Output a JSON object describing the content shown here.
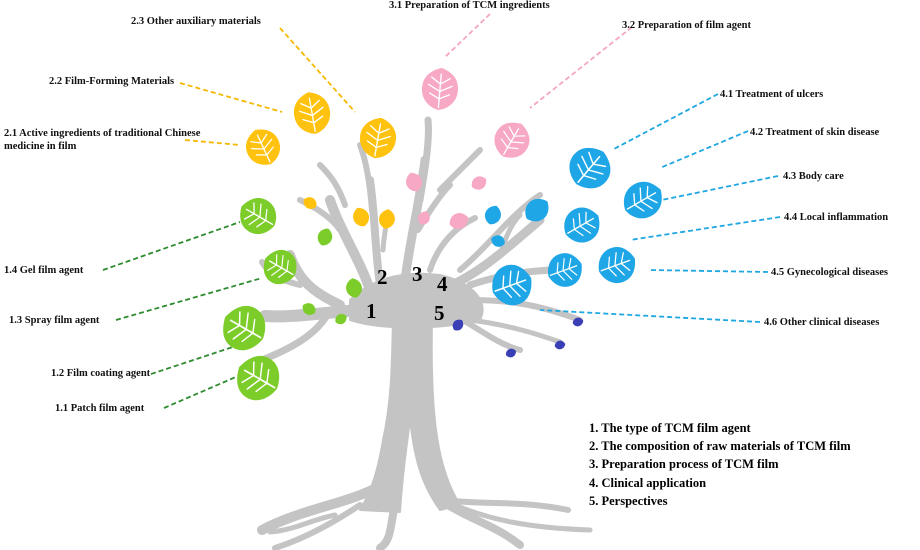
{
  "colors": {
    "trunk": "#c4c4c4",
    "green": "#7ccc2a",
    "yellow": "#ffc20e",
    "pink": "#f7a8c4",
    "blue": "#1fa6e6",
    "purple": "#3b3fb5",
    "green_line": "#2e8b2e",
    "yellow_line": "#f5b800",
    "pink_line": "#f4a6c0",
    "blue_line": "#1ea7e1"
  },
  "labels": {
    "l11": "1.1 Patch film  agent",
    "l12": "1.2 Film coating agent",
    "l13": "1.3 Spray film agent",
    "l14": "1.4 Gel film  agent",
    "l21": "2.1 Active ingredients of traditional Chinese medicine in film",
    "l22": "2.2 Film-Forming Materials",
    "l23": "2.3 Other auxiliary  materials",
    "l31": "3.1 Preparation of TCM ingredients",
    "l32": "3.2 Preparation of film  agent",
    "l41": "4.1 Treatment of ulcers",
    "l42": "4.2 Treatment of skin disease",
    "l43": "4.3 Body care",
    "l44": "4.4 Local inflammation",
    "l45": "4.5 Gynecological diseases",
    "l46": "4.6 Other clinical diseases"
  },
  "numbers": [
    "1",
    "2",
    "3",
    "4",
    "5"
  ],
  "legend": [
    "1. The type of TCM film agent",
    "2. The composition  of raw materials of TCM film",
    "3. Preparation process of TCM film",
    "4. Clinical application",
    "5. Perspectives"
  ]
}
